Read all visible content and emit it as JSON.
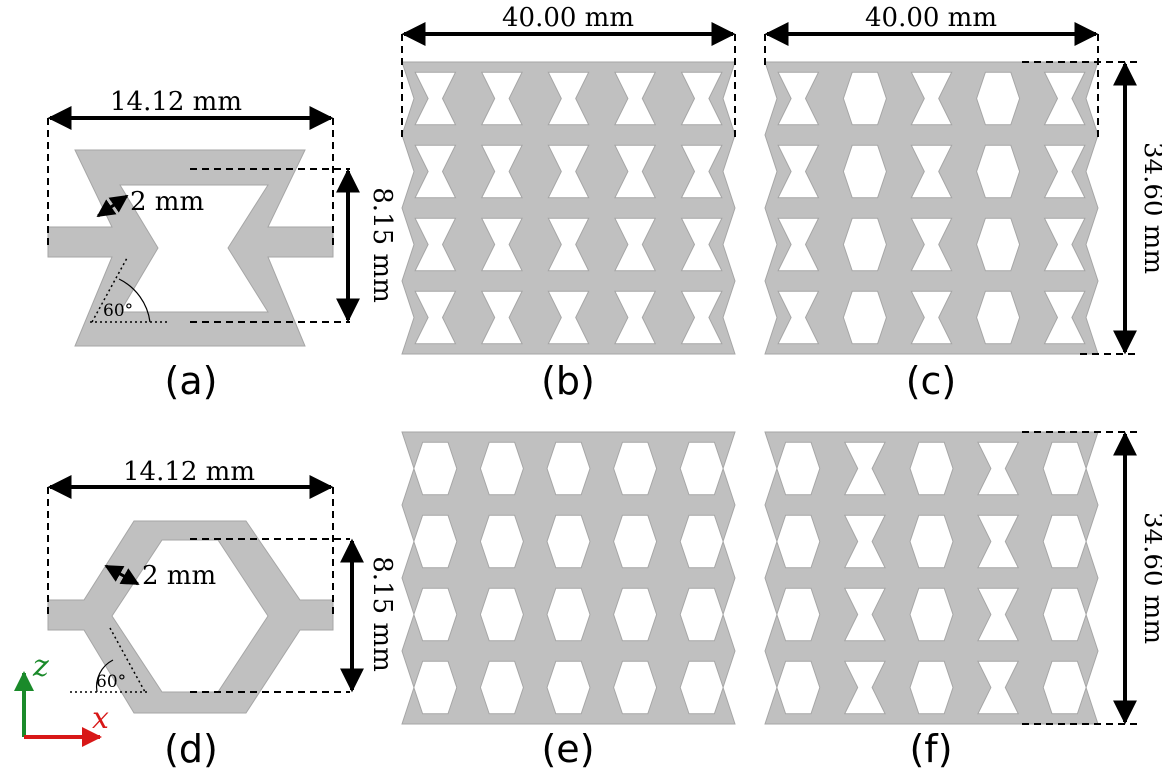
{
  "labels": {
    "cell_width": "14.12 mm",
    "cell_height": "8.15 mm",
    "wall_thickness": "2 mm",
    "angle": "60°",
    "panel_width": "40.00 mm",
    "panel_height": "34.60 mm"
  },
  "captions": {
    "a": "(a)",
    "b": "(b)",
    "c": "(c)",
    "d": "(d)",
    "e": "(e)",
    "f": "(f)"
  },
  "axes": {
    "vertical": "z",
    "horizontal": "x"
  },
  "colors": {
    "material": "#c0c0c0",
    "material_edge": "#a6a6a6",
    "axis_vertical": "#1a8a2a",
    "axis_horizontal": "#d81818",
    "line": "#000000"
  }
}
